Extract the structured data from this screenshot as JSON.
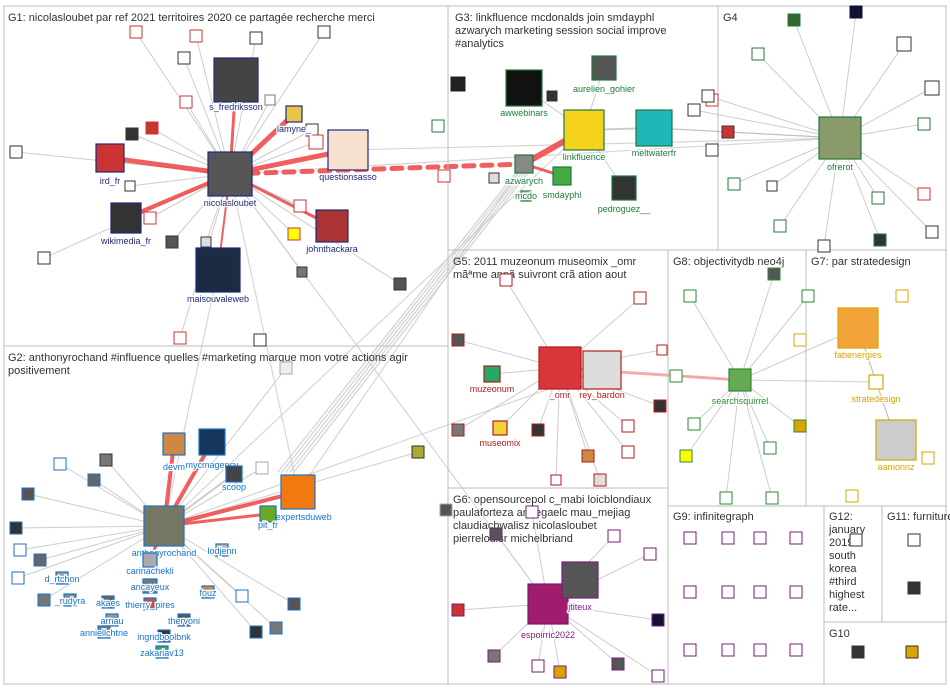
{
  "groups": [
    {
      "id": "G1",
      "lines": [
        "G1: nicolasloubet par ref 2021 territoires 2020 ce partagée recherche merci"
      ],
      "color": "#1f2a7a"
    },
    {
      "id": "G2",
      "lines": [
        "G2: anthonyrochand #influence quelles #marketing marque mon votre actions agir",
        "positivement"
      ],
      "color": "#1a72c7"
    },
    {
      "id": "G3",
      "lines": [
        "G3: linkfluence mcdonalds join smdayphl",
        "azwarych marketing session social improve",
        "#analytics"
      ],
      "color": "#1e7a3a"
    },
    {
      "id": "G4",
      "lines": [
        "G4"
      ],
      "color": "#1e7a3a"
    },
    {
      "id": "G5",
      "lines": [
        "G5: 2011 muzeonum museomix _omr",
        "mãªme annã suivront crã ation aout"
      ],
      "color": "#b01c1c"
    },
    {
      "id": "G6",
      "lines": [
        "G6: opensourcepol c_mabi loicblondiaux",
        "paulaforteza annegaelc mau_mejiag",
        "claudiachwalisz nicolasloubet",
        "pierrelouisr michelbriand"
      ],
      "color": "#7a1a7a"
    },
    {
      "id": "G7",
      "lines": [
        "G7: par stratedesign"
      ],
      "color": "#d9a400"
    },
    {
      "id": "G8",
      "lines": [
        "G8: objectivitydb neo4j"
      ],
      "color": "#2f8a2f"
    },
    {
      "id": "G9",
      "lines": [
        "G9: infinitegraph"
      ],
      "color": "#7a1a7a"
    },
    {
      "id": "G10",
      "lines": [
        "G10"
      ],
      "color": "#333"
    },
    {
      "id": "G11",
      "lines": [
        "G11: furniture"
      ],
      "color": "#333"
    },
    {
      "id": "G12",
      "lines": [
        "G12:",
        "january",
        "2019",
        "south",
        "korea",
        "#third",
        "highest",
        "rate..."
      ],
      "color": "#333"
    }
  ],
  "nodes": [
    {
      "id": "s_fredriksson",
      "label": "s_fredriksson",
      "group": "G1"
    },
    {
      "id": "lamyne_",
      "label": "lamyne_",
      "group": "G1"
    },
    {
      "id": "ird_fr",
      "label": "ird_fr",
      "group": "G1"
    },
    {
      "id": "nicolasloubet",
      "label": "nicolasloubet",
      "group": "G1"
    },
    {
      "id": "questionsasso",
      "label": "questionsasso",
      "group": "G1"
    },
    {
      "id": "wikimedia_fr",
      "label": "wikimedia_fr",
      "group": "G1"
    },
    {
      "id": "johnthackara",
      "label": "johnthackara",
      "group": "G1"
    },
    {
      "id": "maisouvaleweb",
      "label": "maisouvaleweb",
      "group": "G1"
    },
    {
      "id": "awwebinars",
      "label": "awwebinars",
      "group": "G3"
    },
    {
      "id": "aurelien_gohier",
      "label": "aurelien_gohier",
      "group": "G3"
    },
    {
      "id": "linkfluence",
      "label": "linkfluence",
      "group": "G3"
    },
    {
      "id": "meltwaterfr",
      "label": "meltwaterfr",
      "group": "G3"
    },
    {
      "id": "azwarych",
      "label": "azwarych",
      "group": "G3"
    },
    {
      "id": "mcdo",
      "label": "mcdo",
      "group": "G3"
    },
    {
      "id": "smdayphl",
      "label": "smdayphl",
      "group": "G3"
    },
    {
      "id": "pedroguez__",
      "label": "pedroguez__",
      "group": "G3"
    },
    {
      "id": "ofrerot",
      "label": "ofrerot",
      "group": "G4"
    },
    {
      "id": "devm",
      "label": "devm",
      "group": "G2"
    },
    {
      "id": "mycmagency",
      "label": "mycmagency",
      "group": "G2"
    },
    {
      "id": "scoop",
      "label": "scoop",
      "group": "G2"
    },
    {
      "id": "lesexpertsduweb",
      "label": "lesexpertsduweb",
      "group": "G2"
    },
    {
      "id": "pit_fr",
      "label": "pit_fr",
      "group": "G2"
    },
    {
      "id": "anthonyrochand",
      "label": "anthonyrochand",
      "group": "G2"
    },
    {
      "id": "carinachekli",
      "label": "carinachekli",
      "group": "G2"
    },
    {
      "id": "lodjenn",
      "label": "lodjenn",
      "group": "G2"
    },
    {
      "id": "d_rtchon",
      "label": "d_rtchon",
      "group": "G2"
    },
    {
      "id": "ancayeux",
      "label": "ancayeux",
      "group": "G2"
    },
    {
      "id": "_rudyra",
      "label": "_rudyra",
      "group": "G2"
    },
    {
      "id": "akaes",
      "label": "akaes",
      "group": "G2"
    },
    {
      "id": "thierry_pires",
      "label": "thierry_pires",
      "group": "G2"
    },
    {
      "id": "fouz",
      "label": "fouz",
      "group": "G2"
    },
    {
      "id": "arnau",
      "label": "arnau",
      "group": "G2"
    },
    {
      "id": "thervoni",
      "label": "thervoni",
      "group": "G2"
    },
    {
      "id": "anniellchtne",
      "label": "anniellchtne",
      "group": "G2"
    },
    {
      "id": "ingridboolbnk",
      "label": "ingridboolbnk",
      "group": "G2"
    },
    {
      "id": "zakariav13",
      "label": "zakariav13",
      "group": "G2"
    },
    {
      "id": "muzeonum",
      "label": "muzeonum",
      "group": "G5"
    },
    {
      "id": "_omr",
      "label": "_omr",
      "group": "G5"
    },
    {
      "id": "rey_bardon",
      "label": "rey_bardon",
      "group": "G5"
    },
    {
      "id": "museomix",
      "label": "museomix",
      "group": "G5"
    },
    {
      "id": "searchsquirrel",
      "label": "searchsquirrel",
      "group": "G8"
    },
    {
      "id": "fabenergies",
      "label": "fabenergies",
      "group": "G7"
    },
    {
      "id": "stratedesign",
      "label": "stratedesign",
      "group": "G7"
    },
    {
      "id": "aamonnz",
      "label": "aamonnz",
      "group": "G7"
    },
    {
      "id": "espoirric2022",
      "label": "espoirric2022",
      "group": "G6"
    },
    {
      "id": "jtiteux",
      "label": "jtiteux",
      "group": "G6"
    }
  ]
}
